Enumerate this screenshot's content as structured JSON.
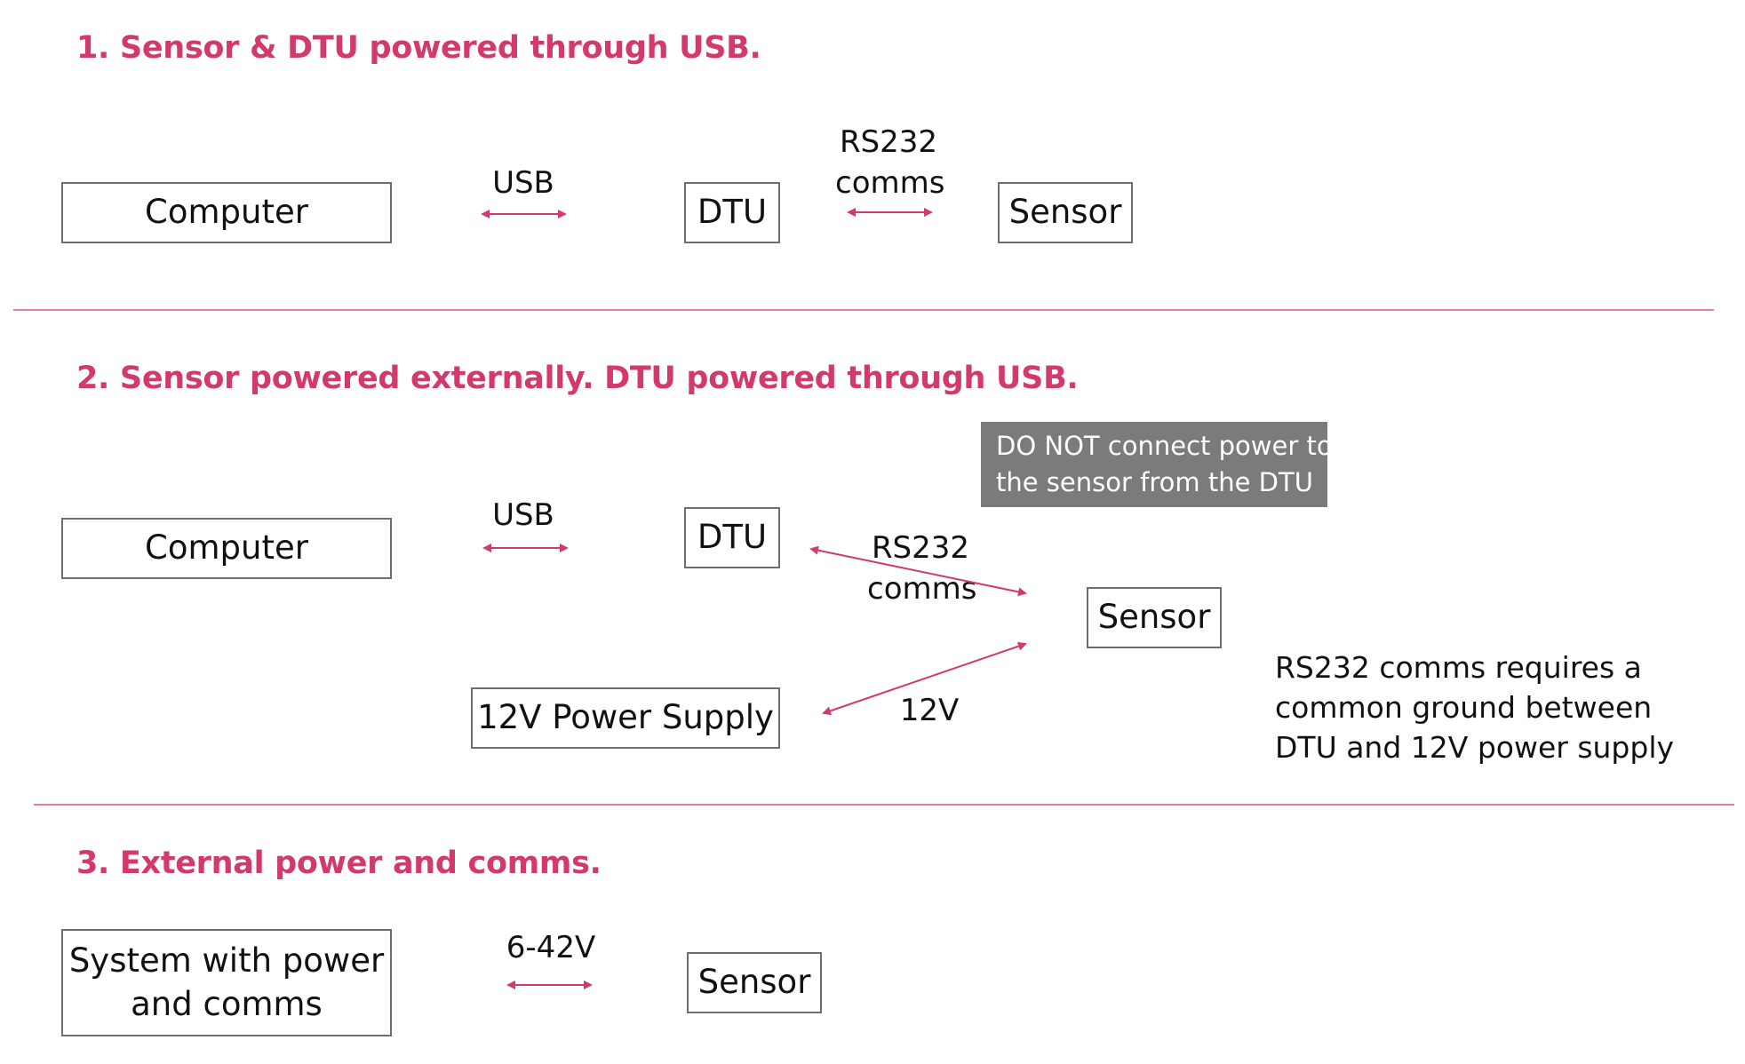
{
  "sections": {
    "s1": {
      "heading": "1. Sensor & DTU powered through USB.",
      "computer": "Computer",
      "dtu": "DTU",
      "sensor": "Sensor",
      "usb_label": "USB",
      "rs232_label": "RS232",
      "rs232_comms": "comms"
    },
    "s2": {
      "heading": "2. Sensor powered externally. DTU powered through USB.",
      "warning_line1": "DO NOT connect power to",
      "warning_line2": "the sensor from the DTU",
      "computer": "Computer",
      "dtu": "DTU",
      "sensor": "Sensor",
      "power_supply": "12V Power Supply",
      "usb_label": "USB",
      "rs232_label": "RS232",
      "rs232_comms": "comms",
      "v12_label": "12V",
      "note_line1": "RS232 comms requires a",
      "note_line2": "common ground between",
      "note_line3": "DTU and 12V power supply"
    },
    "s3": {
      "heading": "3. External power and comms.",
      "system_line1": "System with power",
      "system_line2": "and comms",
      "sensor": "Sensor",
      "voltage_label": "6-42V"
    }
  },
  "colors": {
    "accent": "#d23a6e",
    "divider": "#e07fa0",
    "box_border": "#6e6e6e",
    "warning_bg": "#7b7b7b"
  }
}
